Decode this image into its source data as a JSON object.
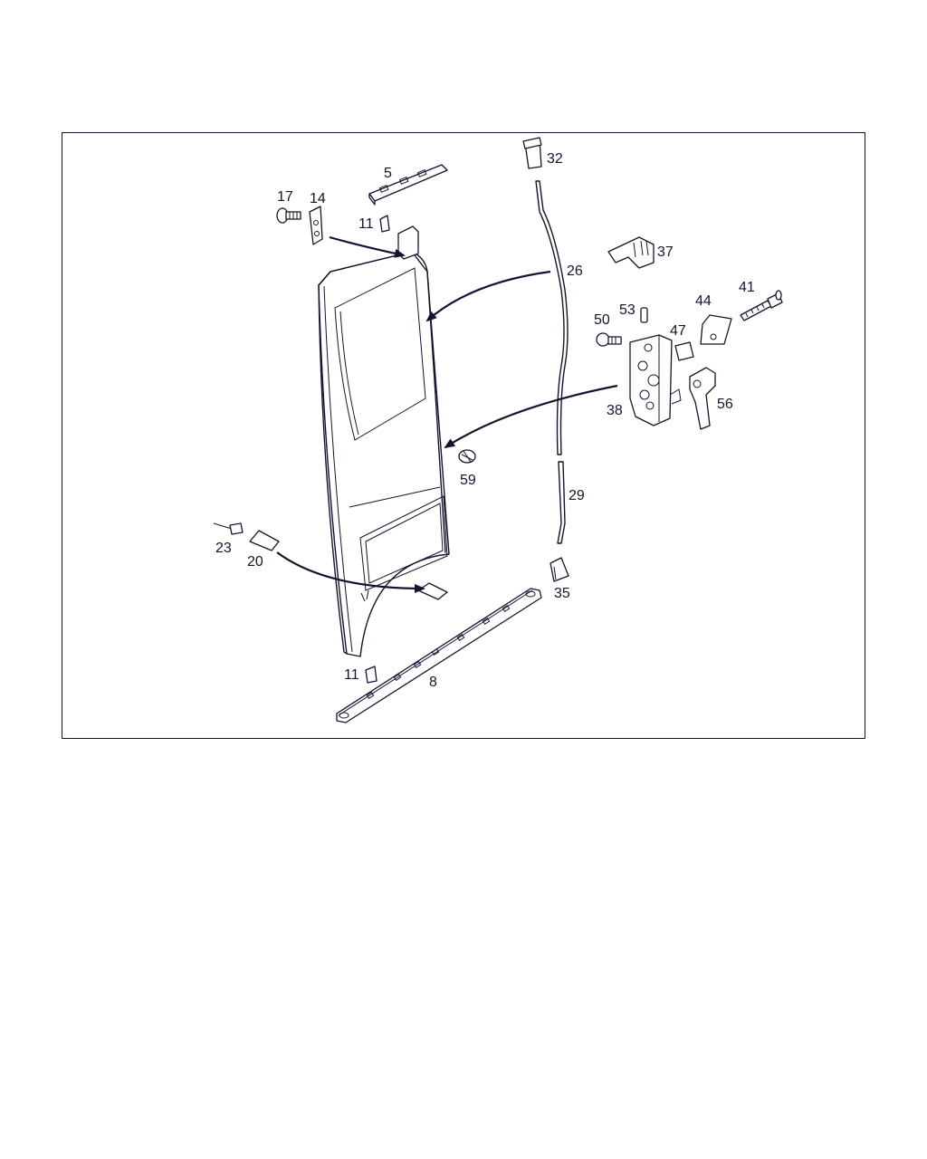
{
  "diagram": {
    "colors": {
      "line": "#141432",
      "background": "#ffffff"
    },
    "callouts": [
      "5",
      "8",
      "11",
      "11",
      "14",
      "17",
      "20",
      "23",
      "26",
      "29",
      "32",
      "35",
      "37",
      "38",
      "41",
      "44",
      "47",
      "50",
      "53",
      "56",
      "59"
    ]
  }
}
